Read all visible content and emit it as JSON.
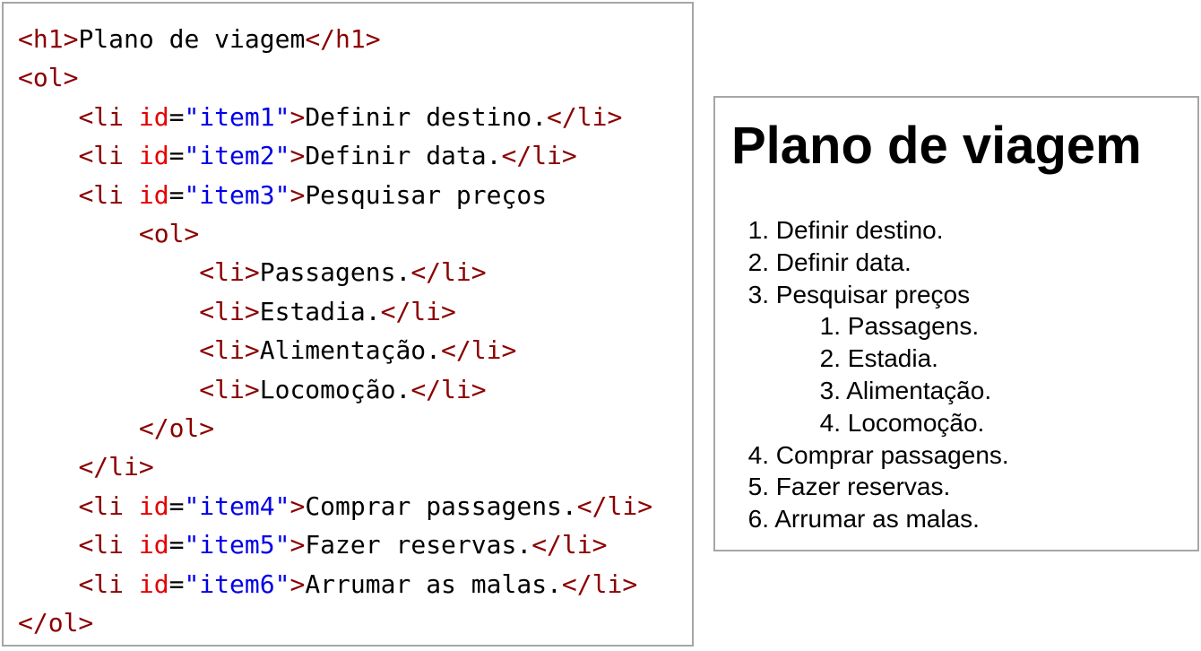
{
  "code_panel": {
    "lines": [
      [
        {
          "t": "tag",
          "v": "<h1>"
        },
        {
          "t": "text",
          "v": "Plano de viagem"
        },
        {
          "t": "tag",
          "v": "</h1>"
        }
      ],
      [
        {
          "t": "tag",
          "v": "<ol>"
        }
      ],
      [
        {
          "t": "text",
          "v": "    "
        },
        {
          "t": "tag",
          "v": "<li "
        },
        {
          "t": "attr",
          "v": "id"
        },
        {
          "t": "punc",
          "v": "="
        },
        {
          "t": "val",
          "v": "\"item1\""
        },
        {
          "t": "tag",
          "v": ">"
        },
        {
          "t": "text",
          "v": "Definir destino."
        },
        {
          "t": "tag",
          "v": "</li>"
        }
      ],
      [
        {
          "t": "text",
          "v": "    "
        },
        {
          "t": "tag",
          "v": "<li "
        },
        {
          "t": "attr",
          "v": "id"
        },
        {
          "t": "punc",
          "v": "="
        },
        {
          "t": "val",
          "v": "\"item2\""
        },
        {
          "t": "tag",
          "v": ">"
        },
        {
          "t": "text",
          "v": "Definir data."
        },
        {
          "t": "tag",
          "v": "</li>"
        }
      ],
      [
        {
          "t": "text",
          "v": "    "
        },
        {
          "t": "tag",
          "v": "<li "
        },
        {
          "t": "attr",
          "v": "id"
        },
        {
          "t": "punc",
          "v": "="
        },
        {
          "t": "val",
          "v": "\"item3\""
        },
        {
          "t": "tag",
          "v": ">"
        },
        {
          "t": "text",
          "v": "Pesquisar preços"
        }
      ],
      [
        {
          "t": "text",
          "v": "        "
        },
        {
          "t": "tag",
          "v": "<ol>"
        }
      ],
      [
        {
          "t": "text",
          "v": "            "
        },
        {
          "t": "tag",
          "v": "<li>"
        },
        {
          "t": "text",
          "v": "Passagens."
        },
        {
          "t": "tag",
          "v": "</li>"
        }
      ],
      [
        {
          "t": "text",
          "v": "            "
        },
        {
          "t": "tag",
          "v": "<li>"
        },
        {
          "t": "text",
          "v": "Estadia."
        },
        {
          "t": "tag",
          "v": "</li>"
        }
      ],
      [
        {
          "t": "text",
          "v": "            "
        },
        {
          "t": "tag",
          "v": "<li>"
        },
        {
          "t": "text",
          "v": "Alimentação."
        },
        {
          "t": "tag",
          "v": "</li>"
        }
      ],
      [
        {
          "t": "text",
          "v": "            "
        },
        {
          "t": "tag",
          "v": "<li>"
        },
        {
          "t": "text",
          "v": "Locomoção."
        },
        {
          "t": "tag",
          "v": "</li>"
        }
      ],
      [
        {
          "t": "text",
          "v": "        "
        },
        {
          "t": "tag",
          "v": "</ol>"
        }
      ],
      [
        {
          "t": "text",
          "v": "    "
        },
        {
          "t": "tag",
          "v": "</li>"
        }
      ],
      [
        {
          "t": "text",
          "v": "    "
        },
        {
          "t": "tag",
          "v": "<li "
        },
        {
          "t": "attr",
          "v": "id"
        },
        {
          "t": "punc",
          "v": "="
        },
        {
          "t": "val",
          "v": "\"item4\""
        },
        {
          "t": "tag",
          "v": ">"
        },
        {
          "t": "text",
          "v": "Comprar passagens."
        },
        {
          "t": "tag",
          "v": "</li>"
        }
      ],
      [
        {
          "t": "text",
          "v": "    "
        },
        {
          "t": "tag",
          "v": "<li "
        },
        {
          "t": "attr",
          "v": "id"
        },
        {
          "t": "punc",
          "v": "="
        },
        {
          "t": "val",
          "v": "\"item5\""
        },
        {
          "t": "tag",
          "v": ">"
        },
        {
          "t": "text",
          "v": "Fazer reservas."
        },
        {
          "t": "tag",
          "v": "</li>"
        }
      ],
      [
        {
          "t": "text",
          "v": "    "
        },
        {
          "t": "tag",
          "v": "<li "
        },
        {
          "t": "attr",
          "v": "id"
        },
        {
          "t": "punc",
          "v": "="
        },
        {
          "t": "val",
          "v": "\"item6\""
        },
        {
          "t": "tag",
          "v": ">"
        },
        {
          "t": "text",
          "v": "Arrumar as malas."
        },
        {
          "t": "tag",
          "v": "</li>"
        }
      ],
      [
        {
          "t": "tag",
          "v": "</ol>"
        }
      ]
    ]
  },
  "render_panel": {
    "title": "Plano de viagem",
    "items": [
      {
        "num": "1.",
        "text": "Definir destino.",
        "level": 1
      },
      {
        "num": "2.",
        "text": "Definir data.",
        "level": 1
      },
      {
        "num": "3.",
        "text": "Pesquisar preços",
        "level": 1
      },
      {
        "num": "1.",
        "text": "Passagens.",
        "level": 2
      },
      {
        "num": "2.",
        "text": "Estadia.",
        "level": 2
      },
      {
        "num": "3.",
        "text": "Alimentação.",
        "level": 2
      },
      {
        "num": "4.",
        "text": "Locomoção.",
        "level": 2
      },
      {
        "num": "4.",
        "text": "Comprar passagens.",
        "level": 1
      },
      {
        "num": "5.",
        "text": "Fazer reservas.",
        "level": 1
      },
      {
        "num": "6.",
        "text": "Arrumar as malas.",
        "level": 1
      }
    ]
  },
  "colors": {
    "tag": "#8b0000",
    "attr": "#e60000",
    "val": "#0000e6",
    "text": "#000000",
    "border": "#a6a6a6"
  }
}
